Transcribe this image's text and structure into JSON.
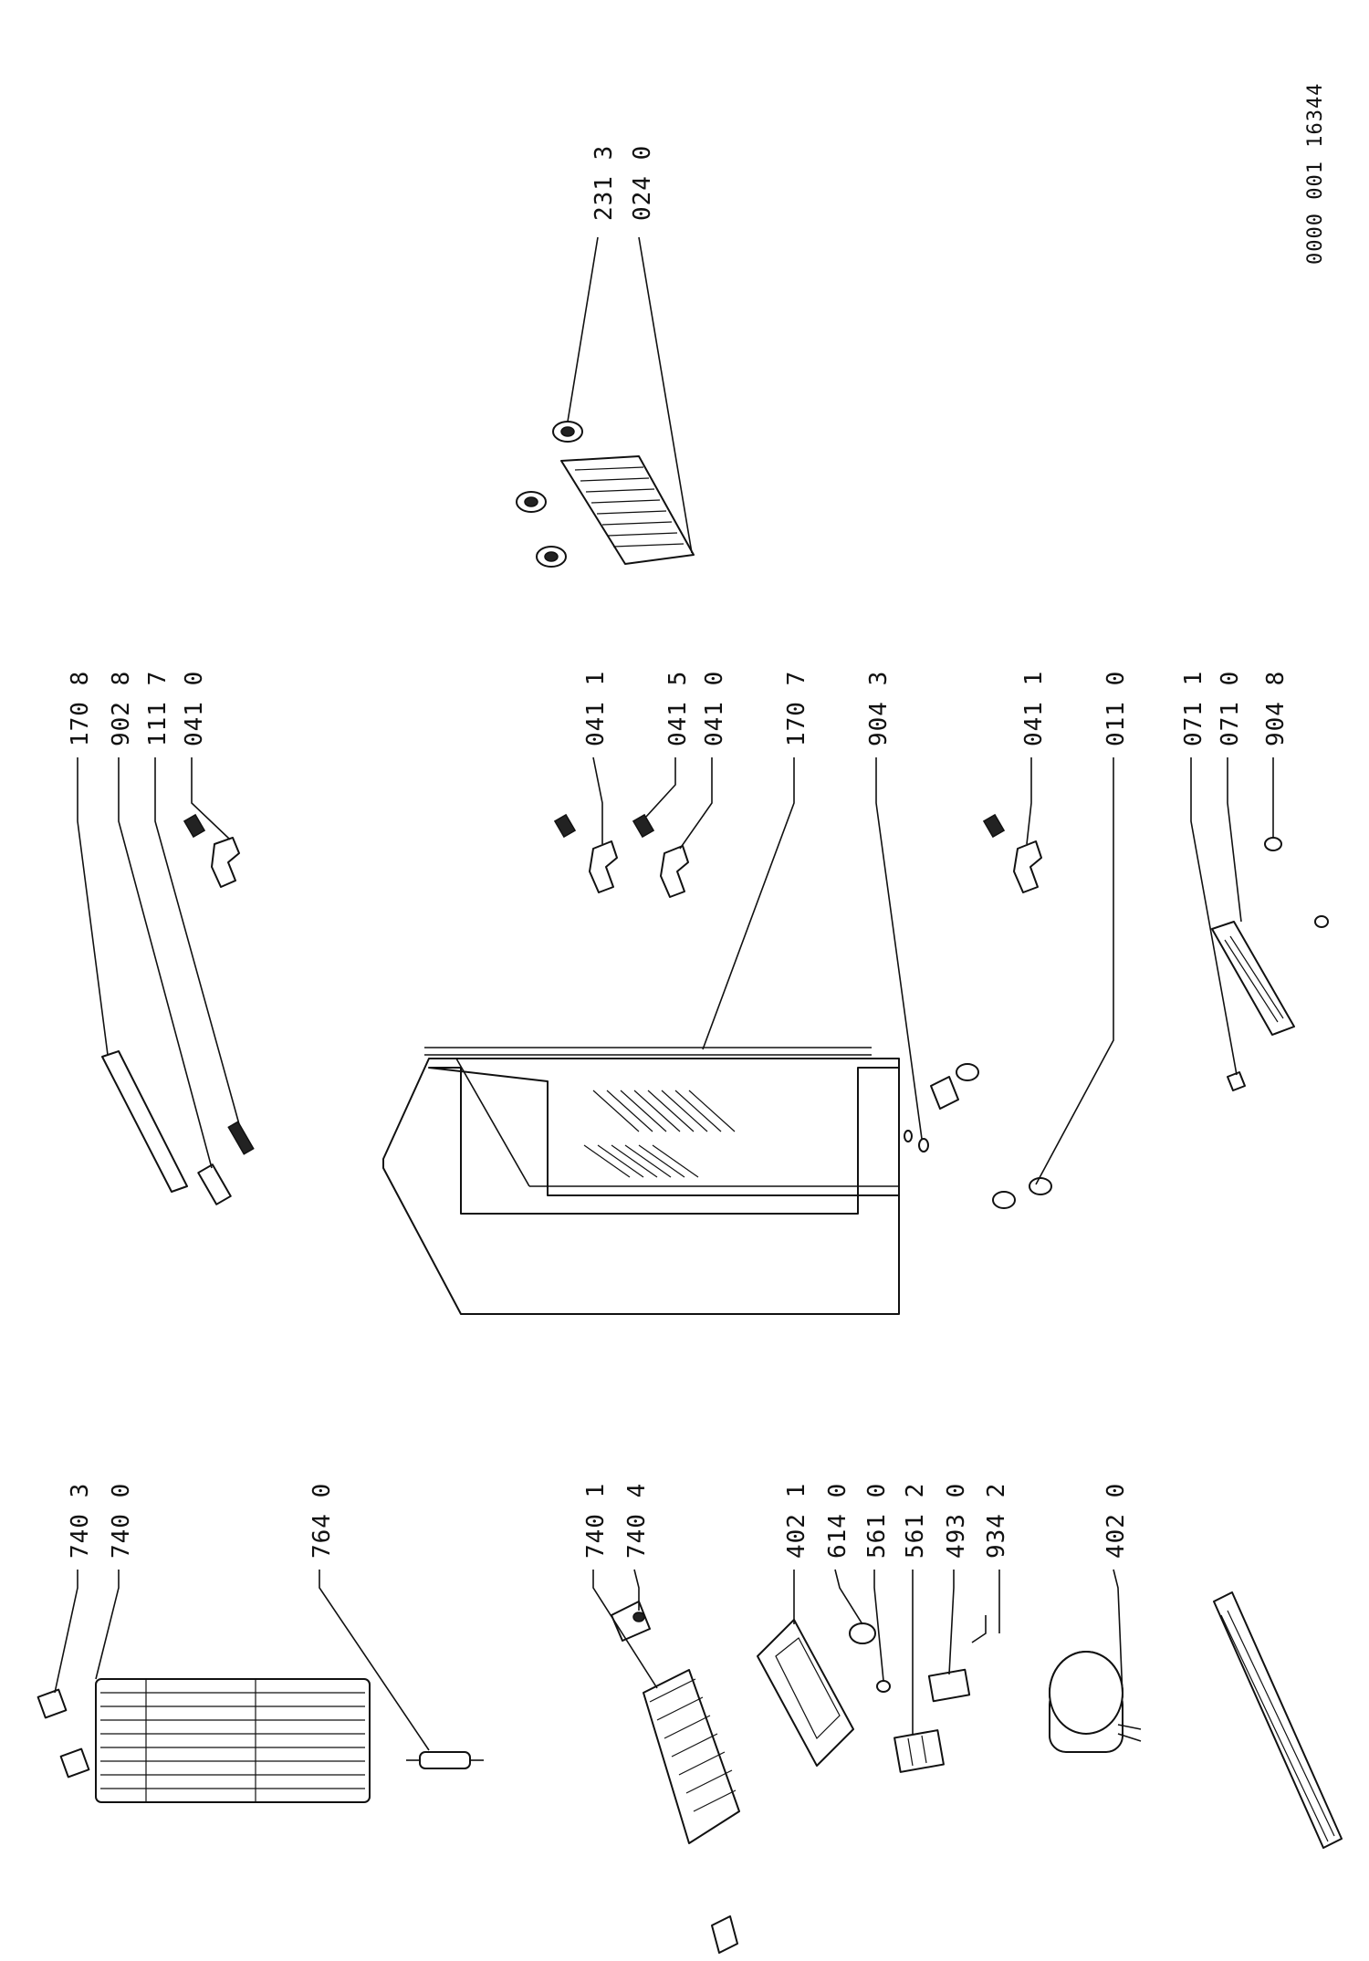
{
  "document_number": "0000 001 16344",
  "part_labels": {
    "p2313": "231 3",
    "p0240": "024 0",
    "p1708": "170 8",
    "p9028": "902 8",
    "p1117": "111 7",
    "p0410a": "041 0",
    "p0411a": "041 1",
    "p0415": "041 5",
    "p0410b": "041 0",
    "p1707": "170 7",
    "p9043": "904 3",
    "p0411b": "041 1",
    "p0110": "011 0",
    "p0711": "071 1",
    "p0710": "071 0",
    "p9048": "904 8",
    "p7403": "740 3",
    "p7400": "740 0",
    "p7640": "764 0",
    "p7401": "740 1",
    "p7404": "740 4",
    "p4021": "402 1",
    "p6140": "614 0",
    "p5610": "561 0",
    "p5612": "561 2",
    "p4930": "493 0",
    "p9342": "934 2",
    "p4020": "402 0"
  }
}
